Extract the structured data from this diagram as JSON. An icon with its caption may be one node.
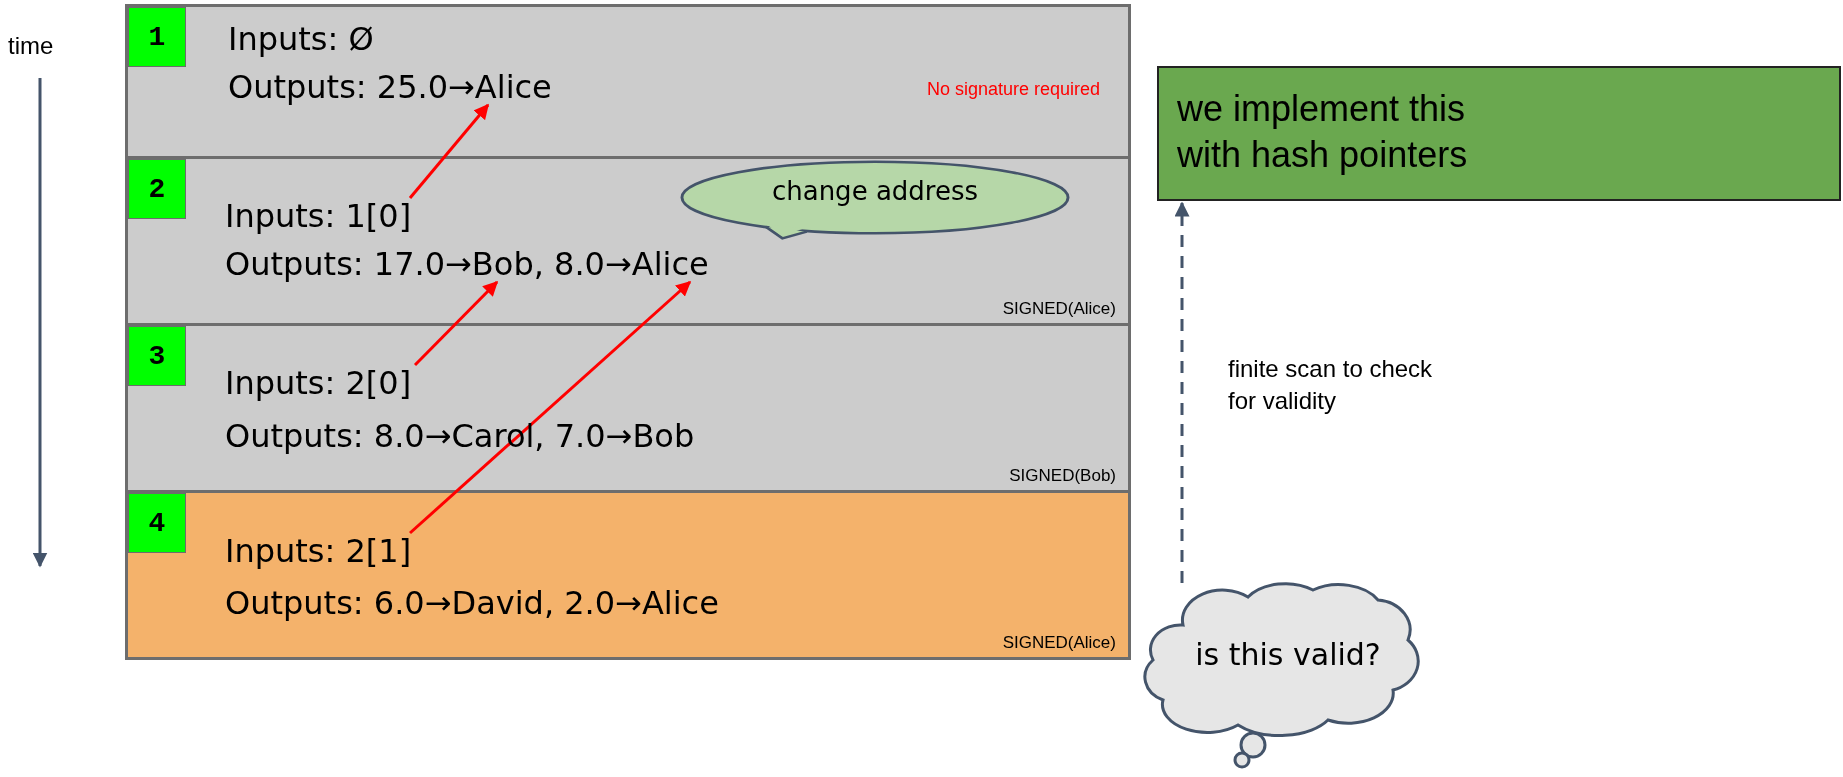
{
  "diagram": {
    "nodes": [
      {
        "text": [
          "No signature required"
        ]
      },
      {
        "text": [
          "1"
        ],
        "in": 0
      },
      {
        "text": [
          "Inputs: Ø"
        ],
        "in": 0
      },
      {
        "text": [
          "Outputs: 25.0→Alice"
        ],
        "in": 0
      },
      {
        "text": [
          "SIGNED(Alice)"
        ]
      },
      {
        "text": [
          "2"
        ],
        "in": 4
      },
      {
        "text": [
          "Inputs: 1[0]"
        ],
        "in": 4
      },
      {
        "text": [
          "Outputs: 17.0→Bob, 8.0→Alice"
        ],
        "in": 4
      },
      {
        "text": [
          "SIGNED(Bob)"
        ]
      },
      {
        "text": [
          "3"
        ],
        "in": 8
      },
      {
        "text": [
          "Inputs: 2[0]"
        ],
        "in": 8
      },
      {
        "text": [
          "Outputs: 8.0→Carol, 7.0→Bob"
        ],
        "in": 8
      },
      {
        "text": [
          "SIGNED(Alice)"
        ]
      },
      {
        "text": [
          "4"
        ],
        "in": 12
      },
      {
        "text": [
          "Inputs: 2[1]"
        ],
        "in": 12
      },
      {
        "text": [
          "Outputs: 6.0→David, 2.0→Alice"
        ],
        "in": 12
      },
      {
        "text": [
          "change address"
        ],
        "in": 4
      },
      {
        "text": [
          "we implement this with hash pointers"
        ]
      },
      {
        "text": [
          "is this valid?"
        ]
      }
    ],
    "edges": [
      {
        "from": 6,
        "to": 3,
        "arrow": "to"
      },
      {
        "from": 10,
        "to": 7,
        "arrow": "to"
      },
      {
        "from": 14,
        "to": 7,
        "arrow": "to"
      },
      {
        "from": 18,
        "to": 17,
        "arrow": "to",
        "style": "dashed",
        "color": "#44546a",
        "label": "finite scan to check for validity"
      }
    ],
    "labels": [
      "time"
    ]
  }
}
